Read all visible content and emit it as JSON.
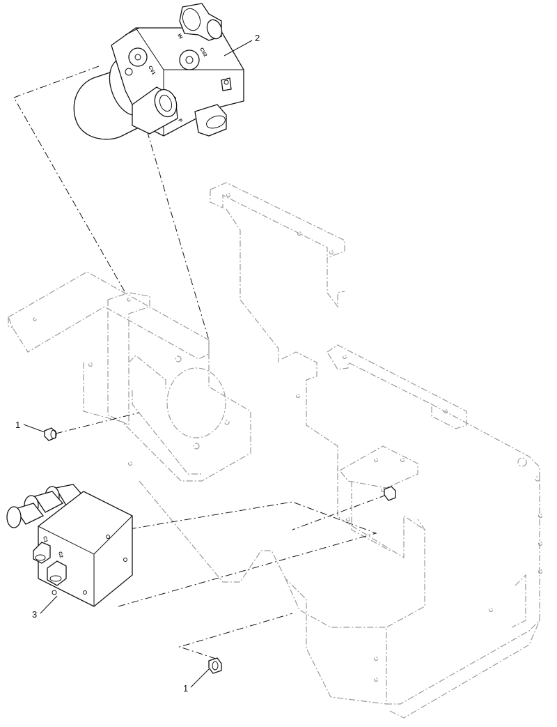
{
  "callouts": [
    {
      "id": "c1a",
      "label": "1"
    },
    {
      "id": "c1b",
      "label": "1"
    },
    {
      "id": "c2",
      "label": "2"
    },
    {
      "id": "c3",
      "label": "3"
    }
  ],
  "valve_upper": {
    "ports": {
      "in": "IN",
      "cv2": "CV2",
      "cv1": "CV1",
      "p": "P"
    }
  },
  "valve_lower": {
    "ports": {
      "c1": "C1",
      "c2": "C2"
    }
  }
}
